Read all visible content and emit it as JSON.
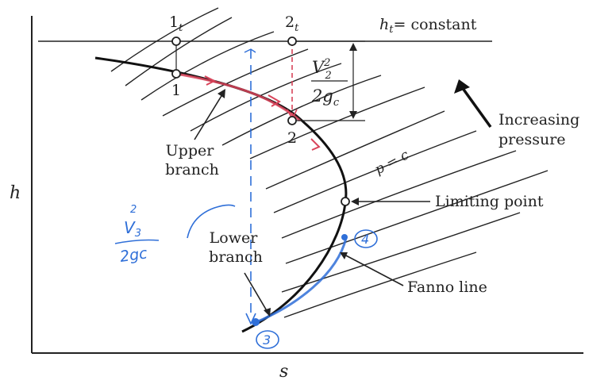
{
  "axes": {
    "y_label": "h",
    "x_label": "s"
  },
  "stagnation_line": {
    "label": "h",
    "sub": "t",
    "suffix": "= constant"
  },
  "points": {
    "p1t": {
      "main": "1",
      "sub": "t"
    },
    "p2t": {
      "main": "2",
      "sub": "t"
    },
    "p1": "1",
    "p2": "2"
  },
  "velocity_head": {
    "numerator": "V",
    "sup": "2",
    "sub": "2",
    "denominator": "2g",
    "den_sub": "c"
  },
  "labels": {
    "upper_branch": [
      "Upper",
      "branch"
    ],
    "lower_branch": [
      "Lower",
      "branch"
    ],
    "limiting_point": "Limiting point",
    "fanno_line": "Fanno line",
    "increasing_pressure": [
      "Increasing",
      "pressure"
    ],
    "pressure_line": "p = c"
  },
  "handwritten": {
    "fraction_num": "V",
    "fraction_num_sub": "3",
    "fraction_num_sup": "2",
    "fraction_den": "2gc",
    "point3": "3",
    "point4": "4"
  },
  "colors": {
    "ink": "#222222",
    "handwriting": "#2f6fd8",
    "highlight_red": "#d9445a"
  }
}
